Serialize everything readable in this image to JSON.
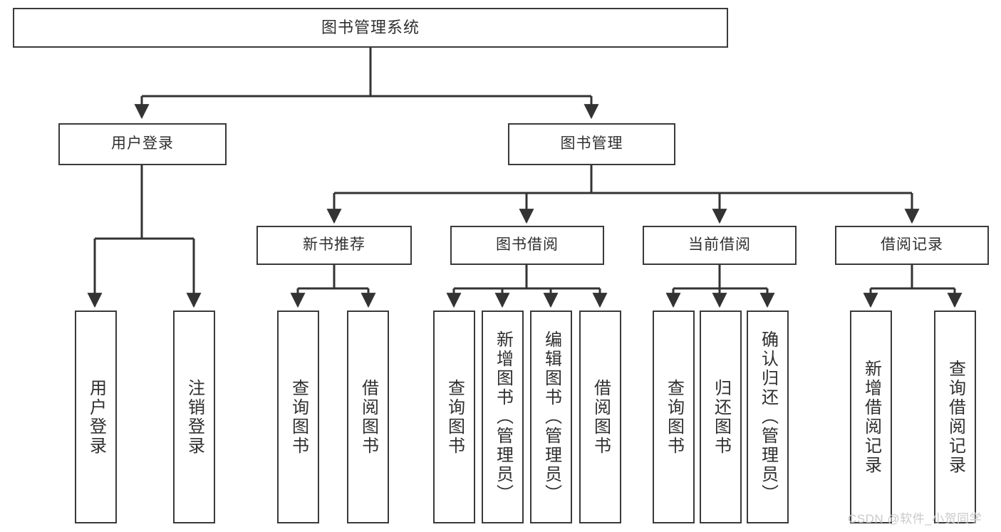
{
  "diagram": {
    "title": "图书管理系统",
    "type": "tree-hierarchy-diagram",
    "colors": {
      "border": "#3a3a3a",
      "text": "#2f2f2f",
      "background": "#ffffff",
      "link": "#333333",
      "watermark": "#c9c9c9"
    },
    "levels": {
      "level1": [
        "图书管理系统"
      ],
      "level2": [
        "用户登录",
        "图书管理"
      ],
      "level3": [
        "新书推荐",
        "图书借阅",
        "当前借阅",
        "借阅记录"
      ]
    },
    "nodes": {
      "root": {
        "label": "图书管理系统"
      },
      "user_login": {
        "label": "用户登录"
      },
      "book_manage": {
        "label": "图书管理"
      },
      "new_book_rec": {
        "label": "新书推荐"
      },
      "book_borrow": {
        "label": "图书借阅"
      },
      "current_borrow": {
        "label": "当前借阅"
      },
      "borrow_record": {
        "label": "借阅记录"
      },
      "leaf_user_login": {
        "label": "用户登录"
      },
      "leaf_logout": {
        "label": "注销登录"
      },
      "leaf_query_book_1": {
        "label": "查询图书"
      },
      "leaf_borrow_book_1": {
        "label": "借阅图书"
      },
      "leaf_query_book_2": {
        "label": "查询图书"
      },
      "leaf_add_book": {
        "label": "新增图书（管理员）"
      },
      "leaf_edit_book": {
        "label": "编辑图书（管理员）"
      },
      "leaf_borrow_book_2": {
        "label": "借阅图书"
      },
      "leaf_query_book_3": {
        "label": "查询图书"
      },
      "leaf_return_book": {
        "label": "归还图书"
      },
      "leaf_confirm_return": {
        "label": "确认归还（管理员）"
      },
      "leaf_add_record": {
        "label": "新增借阅记录"
      },
      "leaf_query_record": {
        "label": "查询借阅记录"
      }
    }
  },
  "watermark": {
    "text": "CSDN @软件_小贺同学"
  }
}
